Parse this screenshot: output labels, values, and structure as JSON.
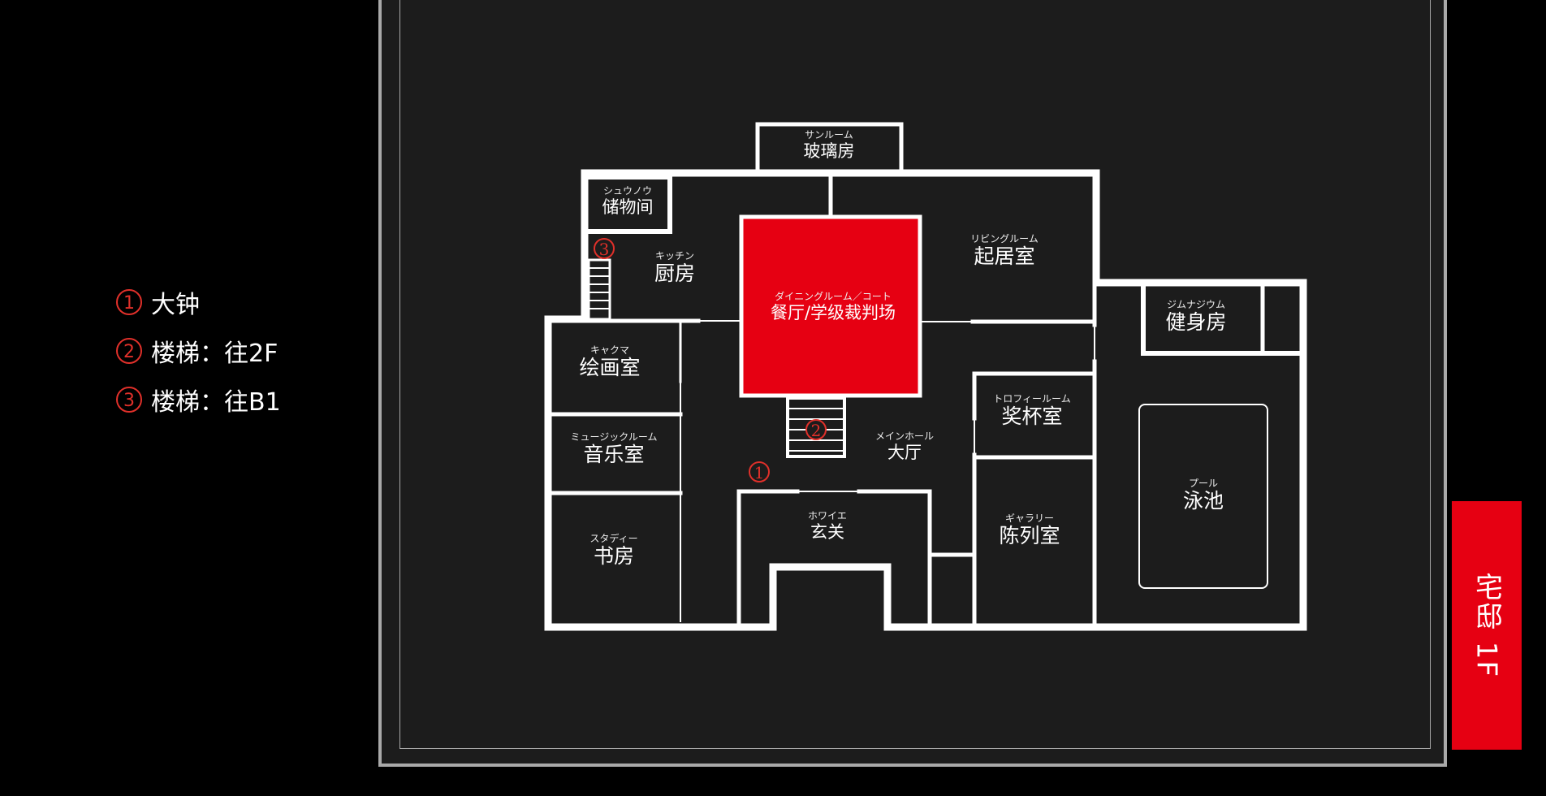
{
  "legend": {
    "items": [
      {
        "number": "1",
        "label": "大钟"
      },
      {
        "number": "2",
        "label": "楼梯：往2F"
      },
      {
        "number": "3",
        "label": "楼梯：往B1"
      }
    ],
    "marker_color": "#e0302a"
  },
  "floor_tab": {
    "label": "宅邸 1F",
    "color": "#e60012"
  },
  "rooms": [
    {
      "id": "sunroom",
      "kana": "サンルーム",
      "name": "玻璃房"
    },
    {
      "id": "storage",
      "kana": "シュウノウ",
      "name": "储物间"
    },
    {
      "id": "kitchen",
      "kana": "キッチン",
      "name": "厨房"
    },
    {
      "id": "dining",
      "kana": "ダイニングルーム／コート",
      "name": "餐厅/学级裁判场",
      "highlighted": true
    },
    {
      "id": "living",
      "kana": "リビングルーム",
      "name": "起居室"
    },
    {
      "id": "gym",
      "kana": "ジムナジウム",
      "name": "健身房"
    },
    {
      "id": "art",
      "kana": "キャクマ",
      "name": "绘画室"
    },
    {
      "id": "music",
      "kana": "ミュージックルーム",
      "name": "音乐室"
    },
    {
      "id": "study",
      "kana": "スタディー",
      "name": "书房"
    },
    {
      "id": "hall",
      "kana": "メインホール",
      "name": "大厅"
    },
    {
      "id": "foyer",
      "kana": "ホワイエ",
      "name": "玄关"
    },
    {
      "id": "trophy",
      "kana": "トロフィールーム",
      "name": "奖杯室"
    },
    {
      "id": "gallery",
      "kana": "ギャラリー",
      "name": "陈列室"
    },
    {
      "id": "pool",
      "kana": "プール",
      "name": "泳池"
    }
  ],
  "markers": [
    {
      "number": "1",
      "meaning": "大钟"
    },
    {
      "number": "2",
      "meaning": "楼梯：往2F"
    },
    {
      "number": "3",
      "meaning": "楼梯：往B1"
    }
  ],
  "colors": {
    "background": "#1c1c1c",
    "wall": "#ffffff",
    "highlight": "#e60012",
    "frame": "#a9a9a9"
  }
}
